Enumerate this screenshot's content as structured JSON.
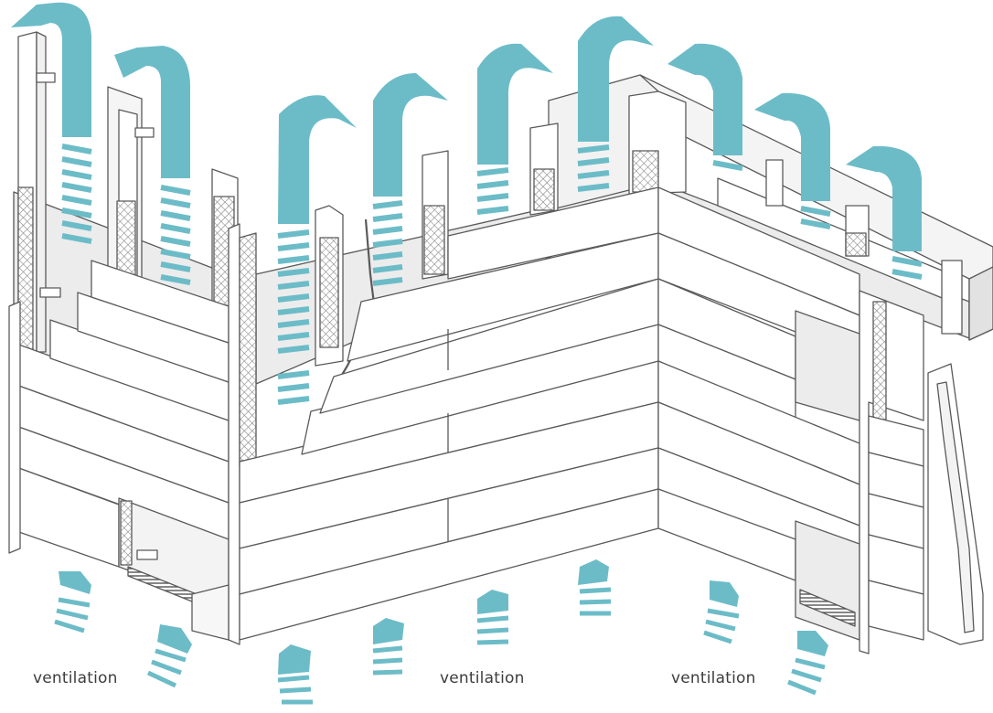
{
  "labels": {
    "ventilation_left": "ventilation",
    "ventilation_center": "ventilation",
    "ventilation_right": "ventilation"
  },
  "colors": {
    "airflow": "#6cbcc8",
    "airflow_dark": "#4aa6b5",
    "line": "#5a5a5a",
    "panel": "#ffffff",
    "membrane": "#ececec",
    "insulation": "#dcdcdc"
  }
}
